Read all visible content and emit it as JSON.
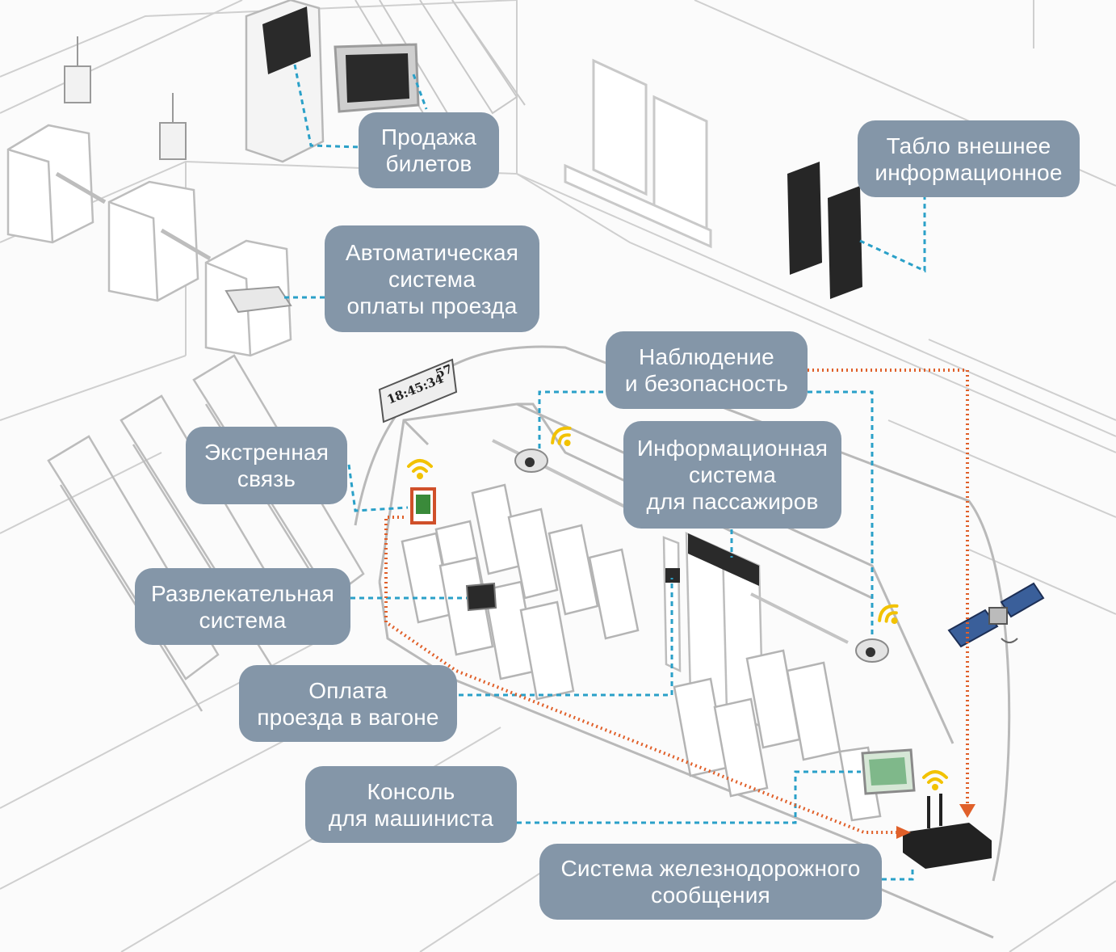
{
  "labels": {
    "ticket_sales": "Продажа\nбилетов",
    "external_display": "Табло внешнее\nинформационное",
    "automatic_fare_system": "Автоматическая\nсистема\nоплаты проезда",
    "surveillance_security": "Наблюдение\nи безопасность",
    "emergency_communication": "Экстренная\nсвязь",
    "passenger_information_system": "Информационная\nсистема\nдля пассажиров",
    "entertainment_system": "Развлекательная\nсистема",
    "in_car_fare_payment": "Оплата\nпроезда в вагоне",
    "driver_console": "Консоль\nдля машиниста",
    "railway_communication_system": "Система железнодорожного\nсообщения"
  },
  "clock": {
    "time": "18:45:34",
    "number": "57"
  },
  "colors": {
    "label_bg": "#8496a8",
    "label_text": "#ffffff",
    "data_link": "#2aa0c8",
    "comm_link": "#e0602a",
    "wifi": "#f2c200",
    "screen": "#2a2a2a"
  },
  "icons": [
    "wifi-icon",
    "satellite-icon",
    "camera-icon",
    "monitor-icon",
    "turnstile-icon",
    "kiosk-icon"
  ]
}
